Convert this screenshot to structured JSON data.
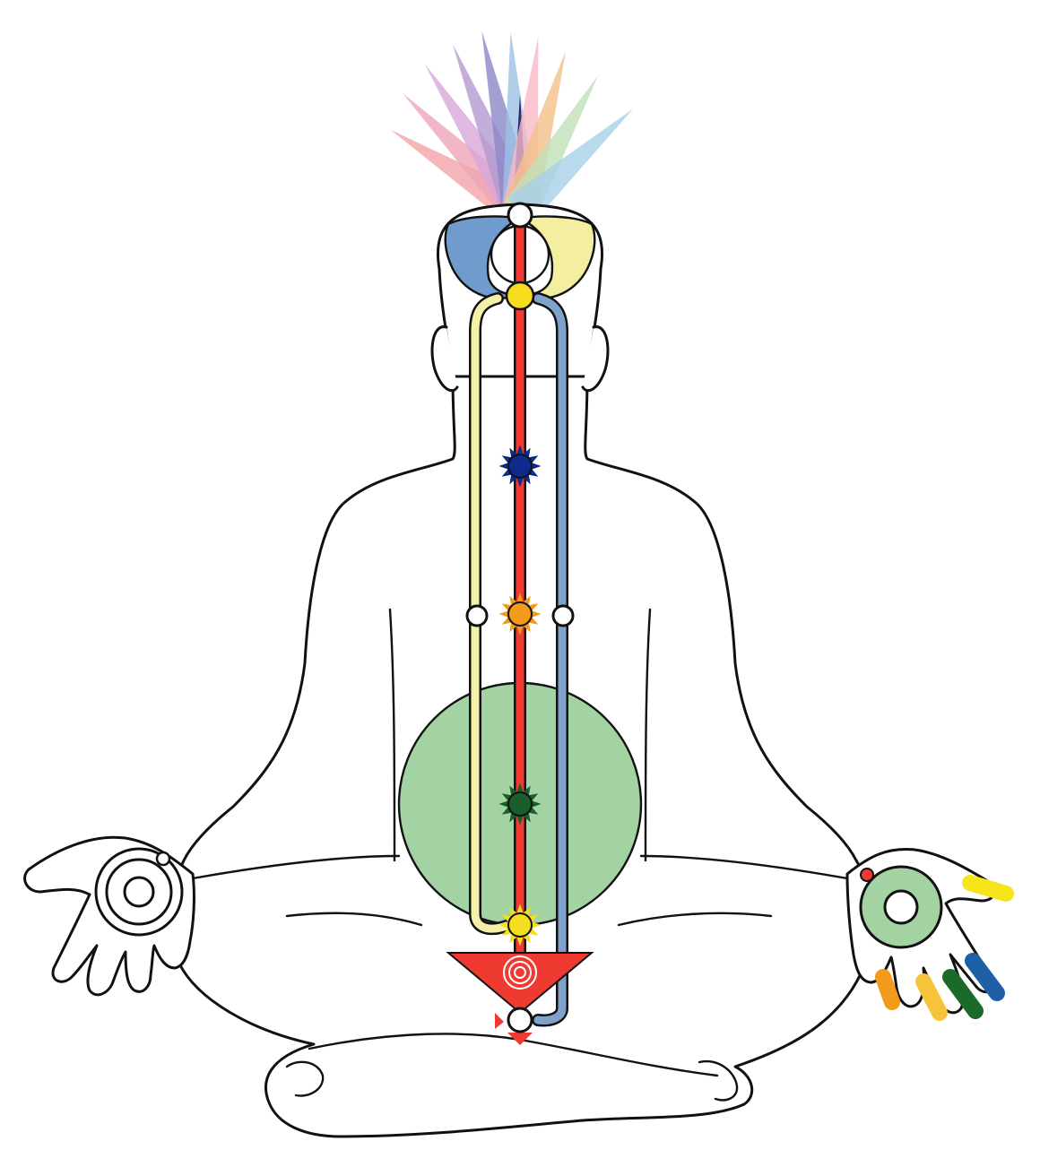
{
  "colors": {
    "background": "#ffffff",
    "outline": "#111111",
    "sushumna": "#f03a33",
    "ida": "#f5f0a8",
    "pingala": "#7ea2c9",
    "heart_field": "#a3d2a3",
    "moon_blue": "#6f9ccc",
    "moon_yellow": "#f3eea0"
  },
  "crown_rays": [
    "#f3a4a8",
    "#efa5b8",
    "#d8a6d8",
    "#b39ad0",
    "#8b87c8",
    "#9cc1e3",
    "#2b2870",
    "#f7b8c6",
    "#f4c08a",
    "#bfe0b8",
    "#a8cfe8"
  ],
  "chakras": [
    {
      "name": "crown",
      "color": "#ffffff",
      "shape": "dot"
    },
    {
      "name": "ajna",
      "color": "#f5dc1e",
      "shape": "dot"
    },
    {
      "name": "vishuddhi",
      "color": "#0d2a8c",
      "shape": "star"
    },
    {
      "name": "nabhi",
      "color": "#f39a1b",
      "shape": "star"
    },
    {
      "name": "anahat",
      "color": "#1a5e2b",
      "shape": "star"
    },
    {
      "name": "swadhisthan",
      "color": "#f5dc1e",
      "shape": "star"
    },
    {
      "name": "mooladhara",
      "color": "#ee3a30",
      "shape": "triangle"
    }
  ],
  "right_hand_fingers": [
    "#f5e51a",
    "#1f5fa6",
    "#1c6a2a",
    "#f5c43a",
    "#f39a1b"
  ]
}
